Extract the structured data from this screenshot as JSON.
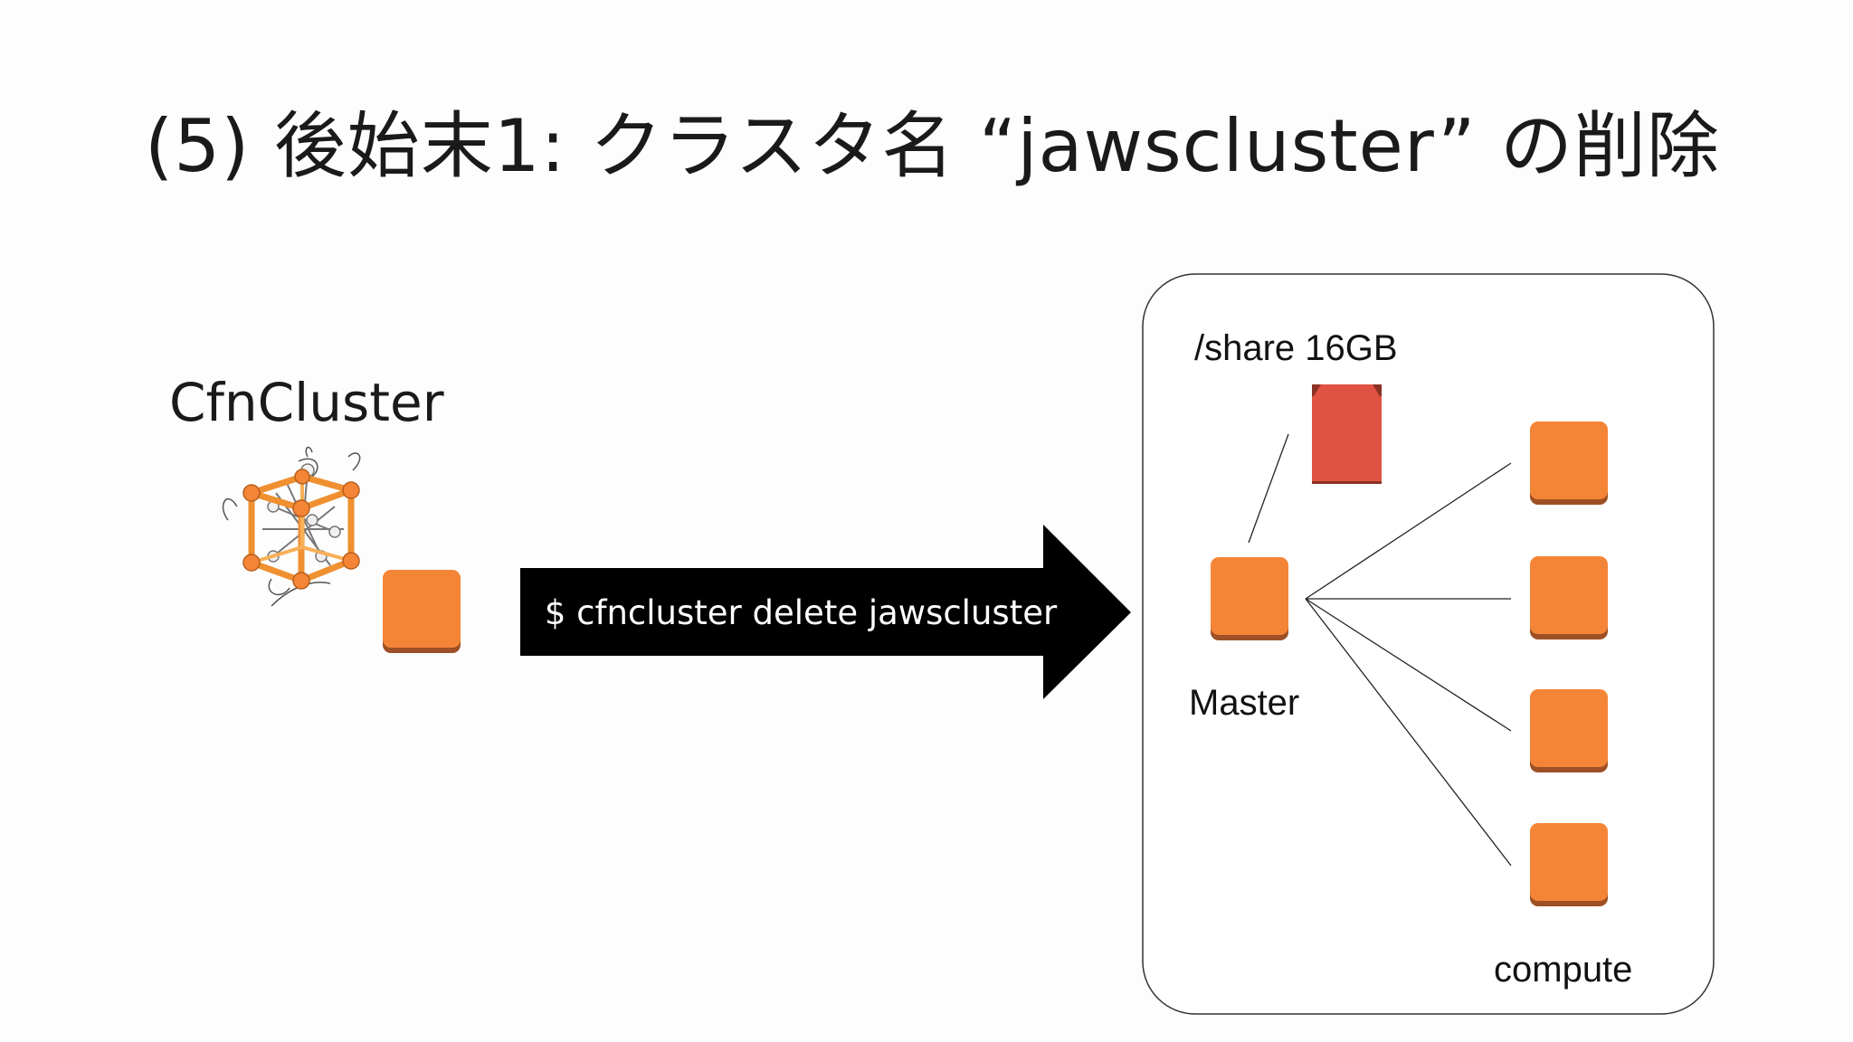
{
  "slide": {
    "title": "(5) 後始末1: クラスタ名 “jawscluster” の削除"
  },
  "cfncluster": {
    "label": "CfnCluster",
    "icon": "cfncluster-cube-icon"
  },
  "arrow": {
    "command": "$ cfncluster delete jawscluster"
  },
  "cluster": {
    "storage_label": "/share 16GB",
    "master_label": "Master",
    "compute_label": "compute",
    "compute_count": 4
  },
  "colors": {
    "instance_orange": "#F58536",
    "instance_orange_dark": "#9D5025",
    "volume_red": "#E05243",
    "volume_red_dark": "#8C3123",
    "arrow_black": "#000000",
    "frame_stroke": "#333333"
  }
}
